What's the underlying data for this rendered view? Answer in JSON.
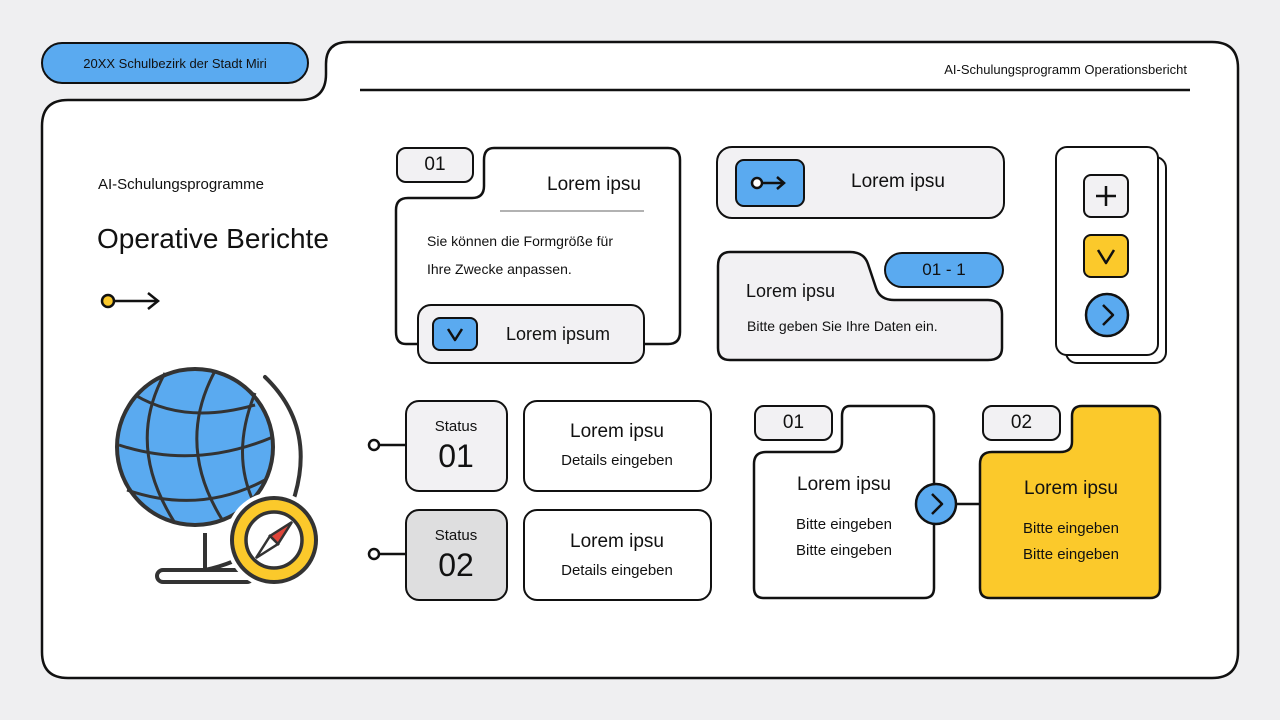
{
  "header": {
    "district_tag": "20XX Schulbezirk der Stadt Miri",
    "report_title": "AI-Schulungsprogramm Operationsbericht"
  },
  "intro": {
    "subtitle": "AI-Schulungsprogramme",
    "title": "Operative Berichte"
  },
  "card1": {
    "number": "01",
    "title": "Lorem ipsu",
    "body_line1": "Sie können die Formgröße für",
    "body_line2": "Ihre Zwecke anpassen.",
    "button_label": "Lorem ipsum"
  },
  "card2": {
    "button_label": "Lorem ipsu"
  },
  "card3": {
    "number": "01 - 1",
    "title": "Lorem ipsu",
    "body": "Bitte geben Sie Ihre Daten ein."
  },
  "status_items": [
    {
      "status_label": "Status",
      "status_number": "01",
      "title": "Lorem ipsu",
      "details": "Details eingeben"
    },
    {
      "status_label": "Status",
      "status_number": "02",
      "title": "Lorem ipsu",
      "details": "Details eingeben"
    }
  ],
  "steps": [
    {
      "number": "01",
      "title": "Lorem ipsu",
      "line1": "Bitte eingeben",
      "line2": "Bitte eingeben"
    },
    {
      "number": "02",
      "title": "Lorem ipsu",
      "line1": "Bitte eingeben",
      "line2": "Bitte eingeben"
    }
  ],
  "colors": {
    "accent_blue": "#5aaaf0",
    "accent_yellow": "#fbc92b",
    "outline": "#111111",
    "card_gray": "#f2f1f3"
  },
  "icons": [
    "arrow-right-icon",
    "check-icon",
    "plus-icon",
    "chevron-right-icon",
    "globe-icon",
    "compass-icon"
  ]
}
